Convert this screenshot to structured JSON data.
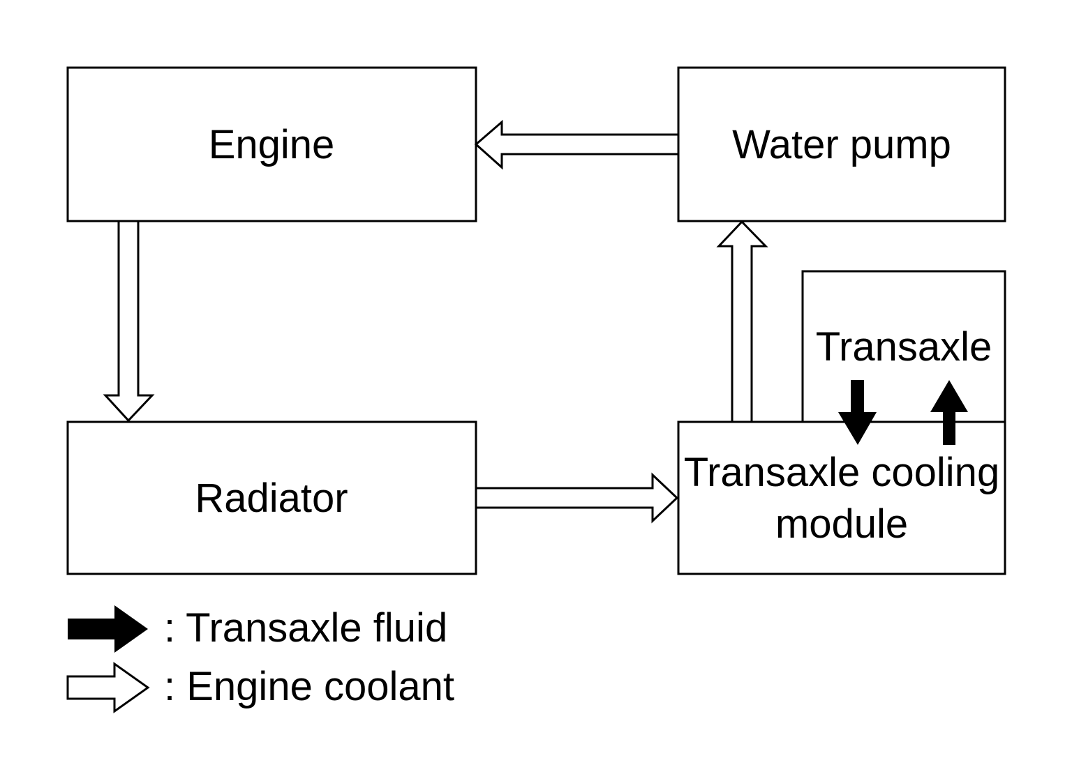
{
  "nodes": {
    "engine": "Engine",
    "water_pump": "Water pump",
    "radiator": "Radiator",
    "transaxle": "Transaxle",
    "cooling_module_line1": "Transaxle cooling",
    "cooling_module_line2": "module"
  },
  "legend": {
    "transaxle_fluid": ": Transaxle fluid",
    "engine_coolant": ": Engine coolant"
  },
  "colors": {
    "line": "#000000",
    "background": "#ffffff"
  }
}
